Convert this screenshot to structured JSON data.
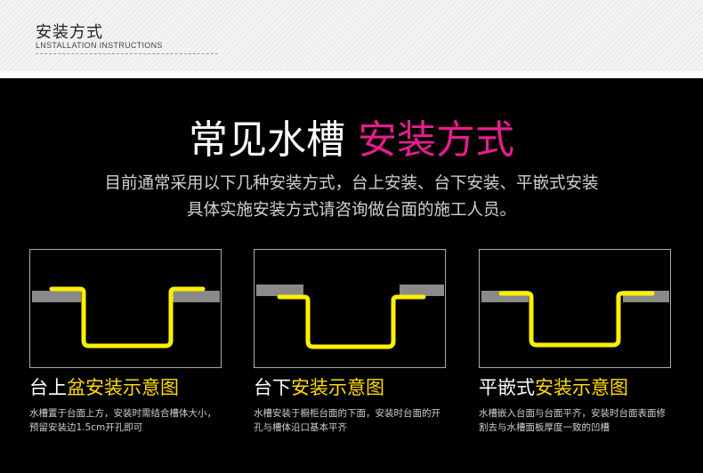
{
  "header": {
    "title": "安装方式",
    "subtitle": "LNSTALLATION INSTRUCTIONS"
  },
  "headline": {
    "white": "常见水槽",
    "accent": "安装方式"
  },
  "description": {
    "line1": "目前通常采用以下几种安装方式，台上安装、台下安装、平嵌式安装",
    "line2": "具体实施安装方式请咨询做台面的施工人员。"
  },
  "colors": {
    "accent_magenta": "#e61e8c",
    "highlight_yellow": "#ffdc00",
    "sink_outline": "#fff000",
    "countertop_gray": "#8a8a8a"
  },
  "methods": [
    {
      "title_prefix": "台上",
      "title_highlight": "盆安装示意图",
      "description": "水槽置于台面上方，安装时需结合槽体大小，预留安装边1.5cm开孔即可"
    },
    {
      "title_prefix": "台下",
      "title_highlight": "安装示意图",
      "description": "水槽安装于橱柜台面的下面，安装时台面的开孔与槽体沿口基本平齐"
    },
    {
      "title_prefix": "平嵌式",
      "title_highlight": "安装示意图",
      "description": "水槽嵌入台面与台面平齐，安装时台面表面修割去与水槽面板厚度一致的凹槽"
    }
  ]
}
